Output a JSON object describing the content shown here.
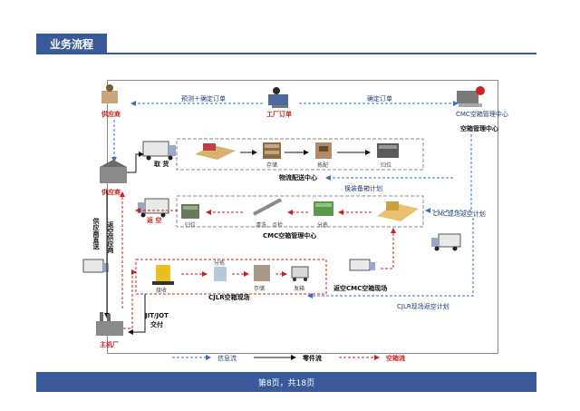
{
  "header": {
    "title": "业务流程"
  },
  "footer": {
    "page_text": "第8页，共18页"
  },
  "diagram": {
    "nodes": {
      "supplier_top": "供应商",
      "factory_order": "工厂订单",
      "cmc_top": "CMC空箱管理中心",
      "cmc_top_sub": "空箱管理中心",
      "supplier_left": "供应商",
      "main_factory": "主机厂"
    },
    "edges": {
      "forecast_confirm": "预测＋确定订单",
      "confirm_order": "确定订单",
      "pickup": "取 货",
      "return_empty": "返 空",
      "supplier_direct": "供应商直送",
      "return_supplier": "返空供应商",
      "jit_jot": "JIT/JOT",
      "delivery": "交付",
      "cmc_return_plan": "CMC现场返空计划",
      "cjlr_return_plan": "CJLR现场返空计划",
      "repack_plan": "换装备箱计划"
    },
    "logistics_center": {
      "title": "物流配送中心",
      "steps": [
        "",
        "存储",
        "拣配",
        "归位"
      ]
    },
    "cmc_center": {
      "title": "CMC空箱管理中心",
      "steps": [
        "归位",
        "清洗、点检",
        "分拣",
        ""
      ]
    },
    "cjlr_site": {
      "title": "CJLR空箱现场",
      "steps": [
        "接收",
        "分拣",
        "存储",
        "发箱"
      ],
      "return_label": "返空CMC空箱现场"
    },
    "legend": {
      "info_flow": "信息流",
      "parts_flow": "零件流",
      "empty_flow": "空箱流"
    },
    "colors": {
      "info": "#3b6fc4",
      "parts": "#111111",
      "empty": "#d12020",
      "box": "#8a8a8a"
    }
  }
}
